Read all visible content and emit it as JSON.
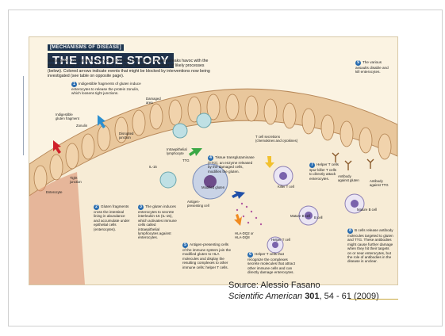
{
  "figure": {
    "tag": "[MECHANISMS OF DISEASE]",
    "title": "THE INSIDE STORY",
    "intro": "Investigators do not know every detail of how the immune system wreaks havoc with the intestinal lining of celiac patients, but they have identified a number of likely processes (below). Colored arrows indicate events that might be blocked by interventions now being investigated (see table on opposite page).",
    "notes": {
      "n1": "Indigestible fragments of gluten induce enterocytes to release the protein zonulin, which loosens tight junctions.",
      "n2": "Gluten fragments cross the intestinal lining in abundance and accumulate under epithelial cells (enterocytes).",
      "n3": "The gluten induces enterocytes to secrete interleukin-15 (IL-15), which activates immune cells called intraepithelial lymphocytes against enterocytes.",
      "n4": "Tissue transglutaminase (TTG), an enzyme released by the damaged cells, modifies the gluten.",
      "n5": "Antigen-presenting cells of the immune system join the modified gluten to HLA molecules and display the resulting complexes to other immune cells: helper T cells.",
      "n6": "Helper T cells that recognize the complexes secrete molecules that attract other immune cells and can directly damage enterocytes.",
      "n7": "Helper T cells spur killer T cells to directly attack enterocytes.",
      "n8": "B cells release antibody molecules targeted to gluten and TTG. These antibodies might cause further damage when they hit their targets on or near enterocytes, but the role of antibodies in the disease is unclear.",
      "n9": "The various assaults disable and kill enterocytes."
    },
    "labels": {
      "gluten_fragment": "Indigestible gluten fragment",
      "zonulin": "Zonulin",
      "tight_junction": "Tight junction",
      "enterocyte": "Enterocyte",
      "damaged_area": "Damaged area",
      "disrupted_junction": "Disrupted junction",
      "intraepithelial_lymphocyte": "Intraepithelial lymphocyte",
      "il15": "IL-15",
      "ttg": "TTG",
      "modified_gluten": "Modified gluten",
      "apc": "Antigen-presenting cell",
      "hla": "HLA-DQ2 or HLA-DQ8",
      "helper_t": "Helper T cell",
      "killer_t": "Killer T cell",
      "t_secretions": "T cell secretions (chemokines and cytokines)",
      "mature_b": "Mature B cell",
      "b_cell": "B cell",
      "ab_gluten": "Antibody against gluten",
      "ab_ttg": "Antibody against TTG"
    }
  },
  "caption": {
    "source": "Source: Alessio Fasano",
    "journal": "Scientific American",
    "volume": "301",
    "rest": ", 54 - 61 (2009)"
  }
}
